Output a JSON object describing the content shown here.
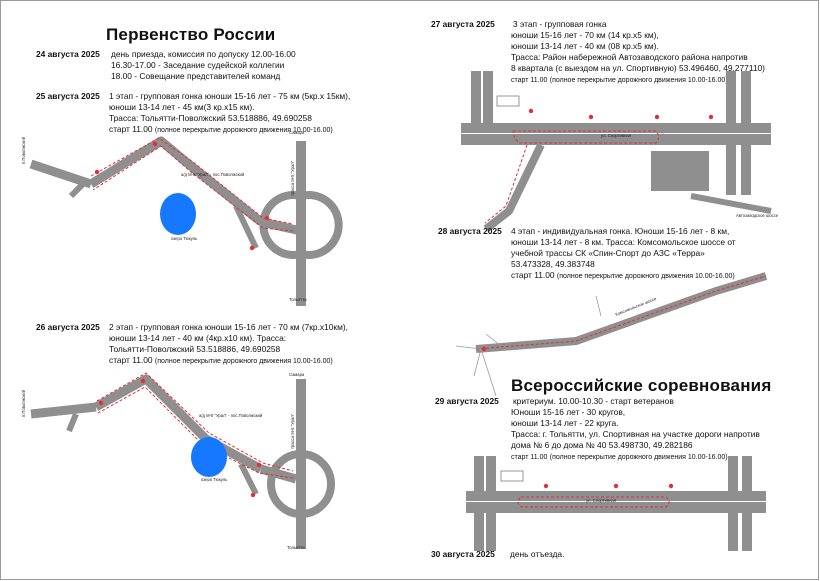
{
  "left": {
    "title": "Первенство России",
    "day24": {
      "date": "24 августа 2025",
      "lines": [
        "день приезда, комиссия по допуску 12.00-16.00",
        "16.30-17.00 - Заседание судейской коллегии",
        "18.00 - Совещание представителей команд"
      ]
    },
    "day25": {
      "date": "25 августа 2025",
      "lines": [
        "1 этап - групповая гонка  юноши 15-16 лет - 75 км (5кр.х 15км),",
        "юноши 13-14 лет - 45 км(3 кр.х15 км).",
        "Трасса: Тольятти-Поволжский 53.518886, 49.690258"
      ],
      "start": "старт 11.00",
      "start_note": "(полное перекрытие дорожного движения 10.00-16.00)"
    },
    "day26": {
      "date": "26 августа 2025",
      "lines": [
        "2 этап - групповая гонка  юноши 15-16 лет - 70 км (7кр.х10км),",
        "юноши 13-14 лет - 40 км (4кр.х10 км). Трасса:",
        "Тольятти-Поволжский 53.518886, 49.690258"
      ],
      "start": "старт 11.00",
      "start_note": "(полное перекрытие дорожного движения 10.00-16.00)"
    },
    "map": {
      "road_label": "а/д М-5 \"Урал\" - пос.Поволжский",
      "lake_label": "озеро Тюкуль",
      "top_label": "Самара",
      "bottom_label": "Тольятти",
      "left_label": "п.Поволжский",
      "vertical_label": "трасса М-5 \"Урал\""
    }
  },
  "right": {
    "day27": {
      "date": "27 августа 2025",
      "lines": [
        "3 этап - групповая гонка",
        "юноши 15-16 лет - 70 км (14 кр.х5 км),",
        "юноши 13-14 лет - 40 км (08 кр.х5 км).",
        "Трасса: Район набережной Автозаводского района напротив",
        "8 квартала (с выездом на ул. Спортивную) 53.496460, 49.277110)"
      ],
      "start": "старт 11.00",
      "start_note": "(полное перекрытие дорожного движения 10.00-16.00)"
    },
    "day28": {
      "date": "28 августа 2025",
      "lines": [
        "4 этап - индивидуальная гонка. Юноши 15-16 лет - 8 км,",
        "юноши 13-14 лет - 8 км. Трасса: Комсомольское шоссе от",
        "учебной трассы СК «Спин-Спорт до АЗС «Терра»",
        "53.473328, 49.383748"
      ],
      "start": "старт 11.00",
      "start_note": "(полное перекрытие дорожного движения 10.00-16.00)"
    },
    "title2": "Всероссийские соревнования",
    "day29": {
      "date": "29 августа 2025",
      "lines": [
        "критериум. 10.00-10.30 - старт ветеранов",
        "Юноши 15-16 лет - 30 кругов,",
        "юноши 13-14 лет - 22 круга.",
        "Трасса: г. Тольятти, ул. Спортивная на участке дороги напротив",
        "дома № 6 до дома № 40       53.498730, 49.282186"
      ],
      "start": "старт 11.00",
      "start_note": "(полное перекрытие дорожного движения 10.00-16.00)"
    },
    "day30": {
      "date": "30 августа 2025",
      "text": "день отъезда."
    },
    "map_labels": {
      "street": "ул. Спортивная",
      "highway": "Комсомольское шоссе",
      "fuel": "Автозаводское шоссе"
    }
  }
}
